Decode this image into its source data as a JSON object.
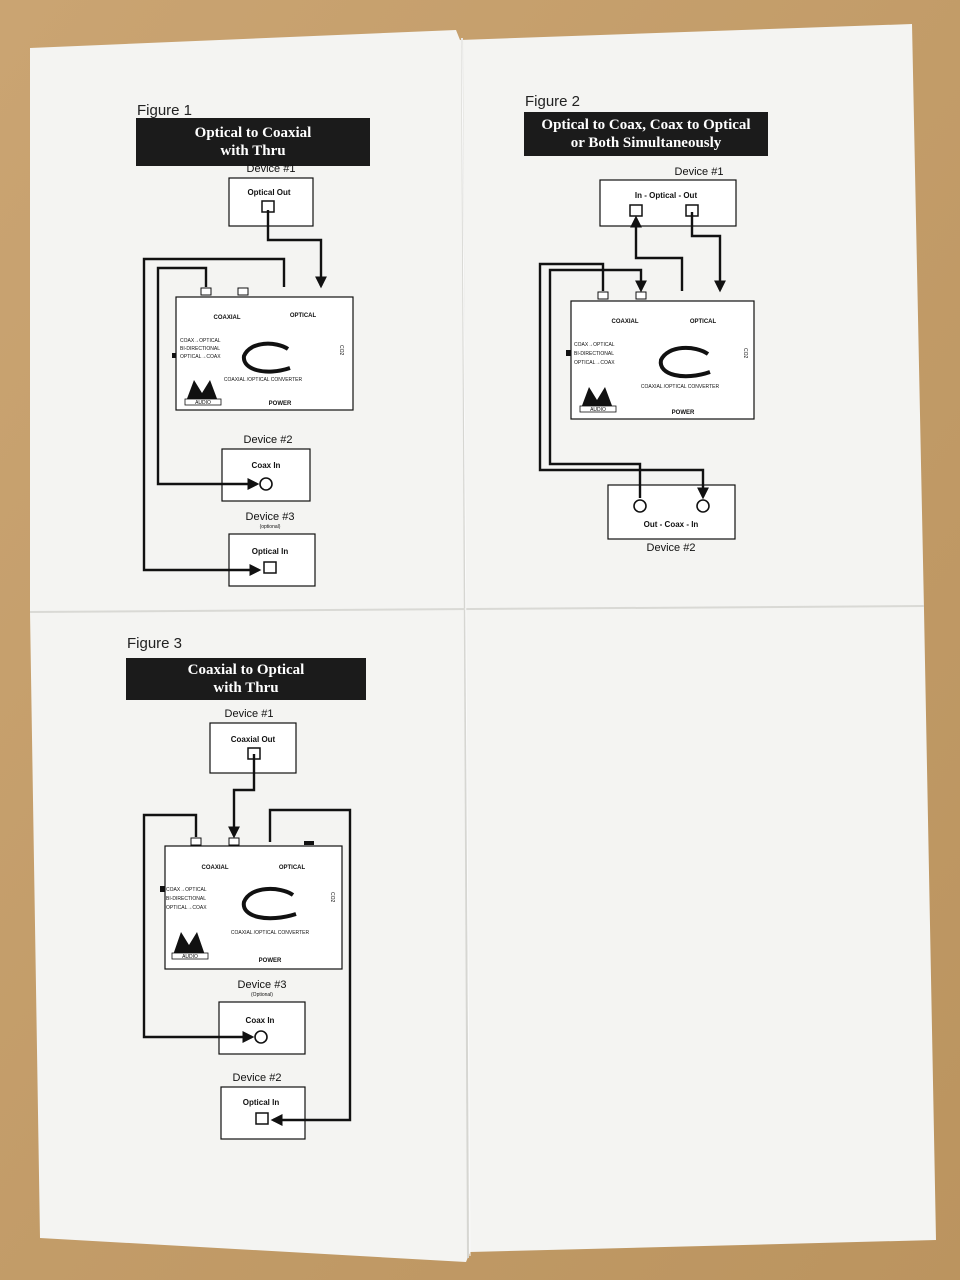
{
  "figure1": {
    "label": "Figure 1",
    "title_line1": "Optical to Coaxial",
    "title_line2": "with Thru",
    "device1": {
      "title": "Device #1",
      "port": "Optical Out"
    },
    "device2": {
      "title": "Device #2",
      "port": "Coax In"
    },
    "device3": {
      "title": "Device #3",
      "note": "(optional)",
      "port": "Optical In"
    }
  },
  "figure2": {
    "label": "Figure 2",
    "title_line1": "Optical to Coax, Coax to Optical",
    "title_line2": "or Both Simultaneously",
    "device1": {
      "title": "Device #1",
      "port": "In - Optical - Out"
    },
    "device2": {
      "title": "Device #2",
      "port": "Out -  Coax -  In"
    }
  },
  "figure3": {
    "label": "Figure 3",
    "title_line1": "Coaxial to Optical",
    "title_line2": "with Thru",
    "device1": {
      "title": "Device #1",
      "port": "Coaxial Out"
    },
    "device3": {
      "title": "Device #3",
      "note": "(Optional)",
      "port": "Coax In"
    },
    "device2": {
      "title": "Device #2",
      "port": "Optical In"
    }
  },
  "converter": {
    "coaxial_label": "COAXIAL",
    "optical_label": "OPTICAL",
    "mode1": "COAX→OPTICAL",
    "mode2": "BI-DIRECTIONAL",
    "mode3": "OPTICAL→COAX",
    "name": "COAXIAL /OPTICAL CONVERTER",
    "power": "POWER",
    "model": "CO2",
    "logo_text": "AUDIO"
  },
  "colors": {
    "paper": "#f3f3f1",
    "ink": "#111111",
    "banner": "#1b1b1b",
    "table": "#c49f6d"
  }
}
